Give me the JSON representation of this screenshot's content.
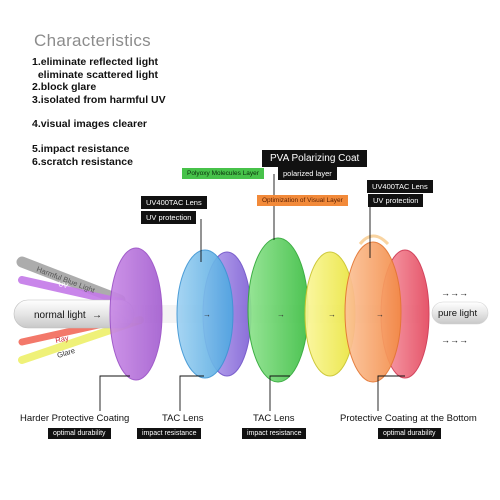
{
  "title": "Characteristics",
  "characteristics": [
    "1.eliminate reflected light",
    "  eliminate scattered light",
    "2.block glare",
    "3.isolated from harmful UV",
    "",
    "4.visual images clearer",
    "",
    "5.impact resistance",
    "6.scratch resistance"
  ],
  "top_labels": {
    "pva_coat": "PVA Polarizing Coat",
    "polyoxy": "Polyoxy Molecules Layer",
    "polarized_layer": "polarized layer",
    "optimization": "Optimization of Visual Layer",
    "uv_protection_right": "UV protection",
    "uv400_left": "UV400TAC Lens",
    "uv_protection_left": "UV protection",
    "uv400_right": "UV400TAC Lens"
  },
  "light_labels": {
    "harmful_blue": "Harmful Blue Light",
    "uv": "UV",
    "normal_light": "normal light",
    "ray": "Ray",
    "glare": "Glare",
    "pure_light": "pure light",
    "arrows": "→→→"
  },
  "bottom_labels": [
    {
      "caption": "Harder Protective Coating",
      "tag": "optimal durability"
    },
    {
      "caption": "TAC Lens",
      "tag": "impact resistance"
    },
    {
      "caption": "TAC Lens",
      "tag": "impact resistance"
    },
    {
      "caption": "Protective Coating at the Bottom",
      "tag": "optimal durability"
    }
  ],
  "colors": {
    "purple_lens": "#b46fd6",
    "blue_lens": "#6fb8e8",
    "violet_lens": "#9a7fe0",
    "green_lens": "#5fd35f",
    "yellow_lens": "#f2ef5c",
    "orange_lens": "#f79a5c",
    "red_lens": "#ef6a7a",
    "green_stripe": "#47c24a",
    "orange_stripe": "#f28a3a"
  }
}
